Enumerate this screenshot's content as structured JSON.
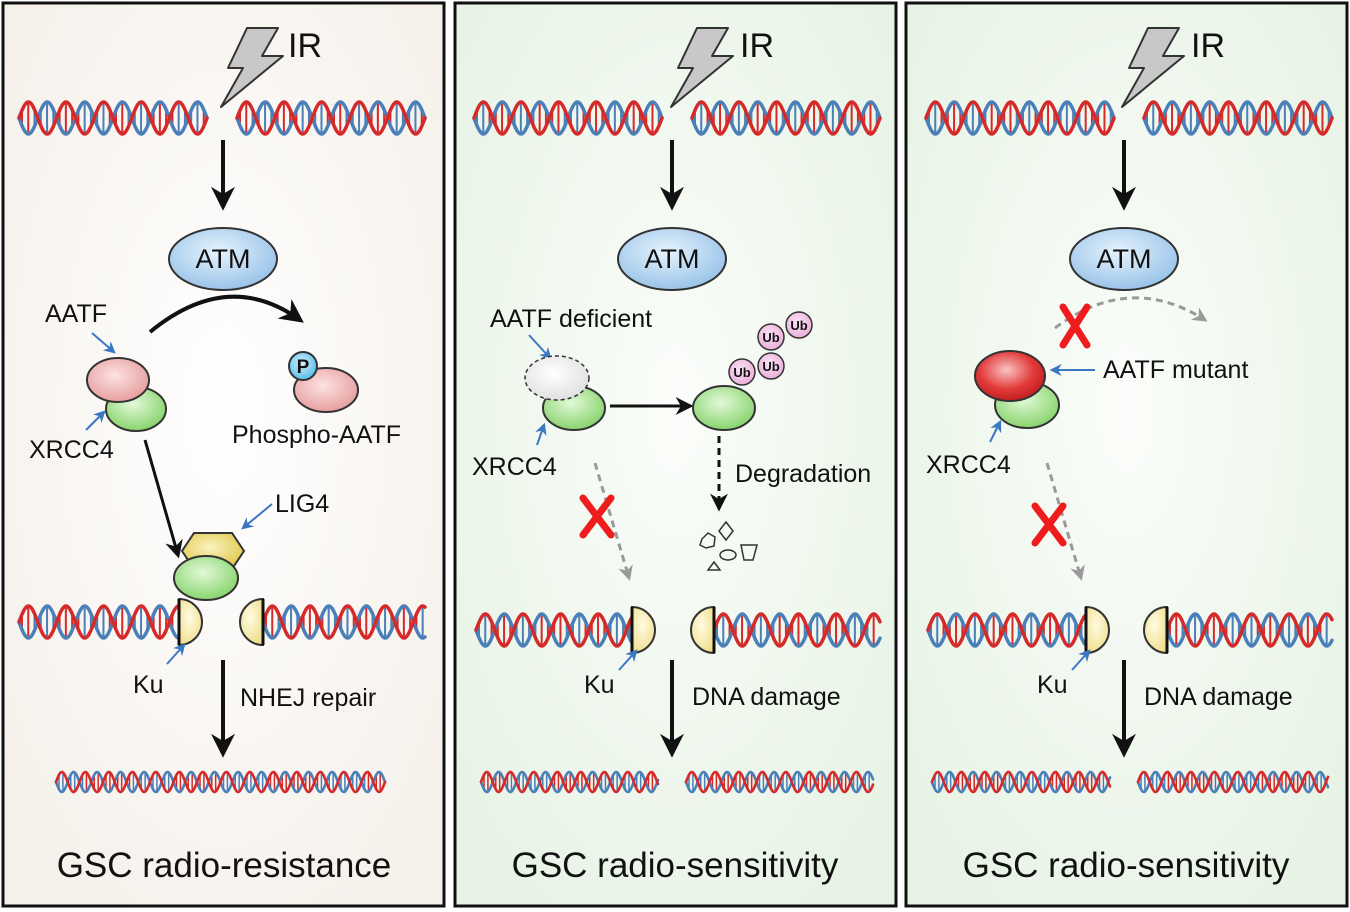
{
  "colors": {
    "panel1_bg": "#f8f5f1",
    "panel2_bg": "#eef6ec",
    "panel3_bg": "#eef6ec",
    "dna_red": "#d42a2a",
    "dna_blue": "#4a7fb8",
    "atm_fill": "#a9cfee",
    "aatf_fill": "#eca3a3",
    "aatf_mutant_fill": "#de2a2a",
    "xrcc4_fill": "#93da7c",
    "ku_fill": "#f4eaa2",
    "lig4_fill": "#ead45e",
    "ub_fill": "#f0b8e2",
    "phospho_fill": "#6cc8ee",
    "blue_pointer": "#3b78c4",
    "block_x": "#ee1c1c"
  },
  "icons": {
    "lightning": "lightning-bolt-icon",
    "block": "x-mark-icon"
  },
  "panel1": {
    "ir": "IR",
    "atm": "ATM",
    "aatf": "AATF",
    "p_symbol": "P",
    "phospho_aatf": "Phospho-AATF",
    "xrcc4": "XRCC4",
    "lig4": "LIG4",
    "ku": "Ku",
    "outcome": "NHEJ repair",
    "title": "GSC radio-resistance"
  },
  "panel2": {
    "ir": "IR",
    "atm": "ATM",
    "aatf": "AATF deficient",
    "ub1": "Ub",
    "ub2": "Ub",
    "ub3": "Ub",
    "ub4": "Ub",
    "xrcc4": "XRCC4",
    "degradation": "Degradation",
    "ku": "Ku",
    "outcome": "DNA damage",
    "title": "GSC radio-sensitivity"
  },
  "panel3": {
    "ir": "IR",
    "atm": "ATM",
    "aatf": "AATF mutant",
    "xrcc4": "XRCC4",
    "ku": "Ku",
    "outcome": "DNA damage",
    "title": "GSC radio-sensitivity"
  }
}
